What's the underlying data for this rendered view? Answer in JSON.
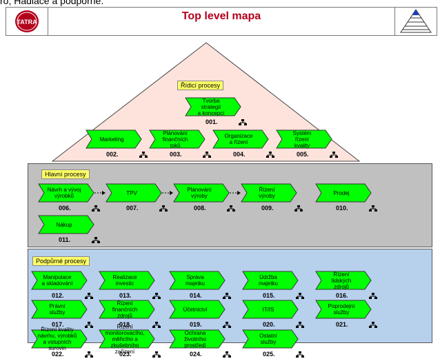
{
  "top_fragment": "ro; Hadiace a podporne.",
  "header": {
    "title": "Top level mapa",
    "logo_text": "TATRA"
  },
  "colors": {
    "box_fill": "#00ff00",
    "ridici_bg": "#fde3dc",
    "hlavni_bg": "#c0c0c0",
    "podpurne_bg": "#b7d0ec",
    "title_red": "#b3001b",
    "caption_yellow": "#ffff66"
  },
  "sections": {
    "ridici": {
      "title": "Řídicí procesy"
    },
    "hlavni": {
      "title": "Hlavní procesy"
    },
    "podpurne": {
      "title": "Podpůrné procesy"
    }
  },
  "ridici": [
    {
      "label": "Tvorba\nstrategií\na koncepcí",
      "code": "001."
    },
    {
      "label": "Marketing",
      "code": "002."
    },
    {
      "label": "Plánování\nfinančních\ntoků",
      "code": "003."
    },
    {
      "label": "Organizace\na řízení",
      "code": "004."
    },
    {
      "label": "Systém\nřízení\nkvality",
      "code": "005."
    }
  ],
  "hlavni": [
    {
      "label": "Návrh a vývoj\nvýrobků",
      "code": "006."
    },
    {
      "label": "TPV",
      "code": "007."
    },
    {
      "label": "Plánování\nvýroby",
      "code": "008."
    },
    {
      "label": "Řízení\nvýroby",
      "code": "009."
    },
    {
      "label": "Prodej",
      "code": "010."
    },
    {
      "label": "Nákup",
      "code": "011."
    }
  ],
  "podpurne": [
    {
      "label": "Manipulace\na skladování",
      "code": "012."
    },
    {
      "label": "Realizace\ninvestic",
      "code": "013."
    },
    {
      "label": "Správa\nmajetku",
      "code": "014."
    },
    {
      "label": "Údržba\nmajetku",
      "code": "015."
    },
    {
      "label": "Řízení\nlidských\nzdrojů",
      "code": "016."
    },
    {
      "label": "Právní\nslužby",
      "code": "017."
    },
    {
      "label": "Řízení\nfinančních\nzdrojů",
      "code": "018."
    },
    {
      "label": "Účetnictví",
      "code": "019."
    },
    {
      "label": "IT/IS",
      "code": "020."
    },
    {
      "label": "Poprodejní\nslužby",
      "code": "021."
    },
    {
      "label": "Řízení kvality\nnávrhu, výrobků\na vstupních\nsurovin",
      "code": "022."
    },
    {
      "label": "Řízení\nmonitorovacího,\nměřicího a\nzkušebního zařízení",
      "code": "023."
    },
    {
      "label": "Ochrana\nživotního\nprostředí",
      "code": "024."
    },
    {
      "label": "Ostatní\nslužby",
      "code": "025."
    }
  ]
}
